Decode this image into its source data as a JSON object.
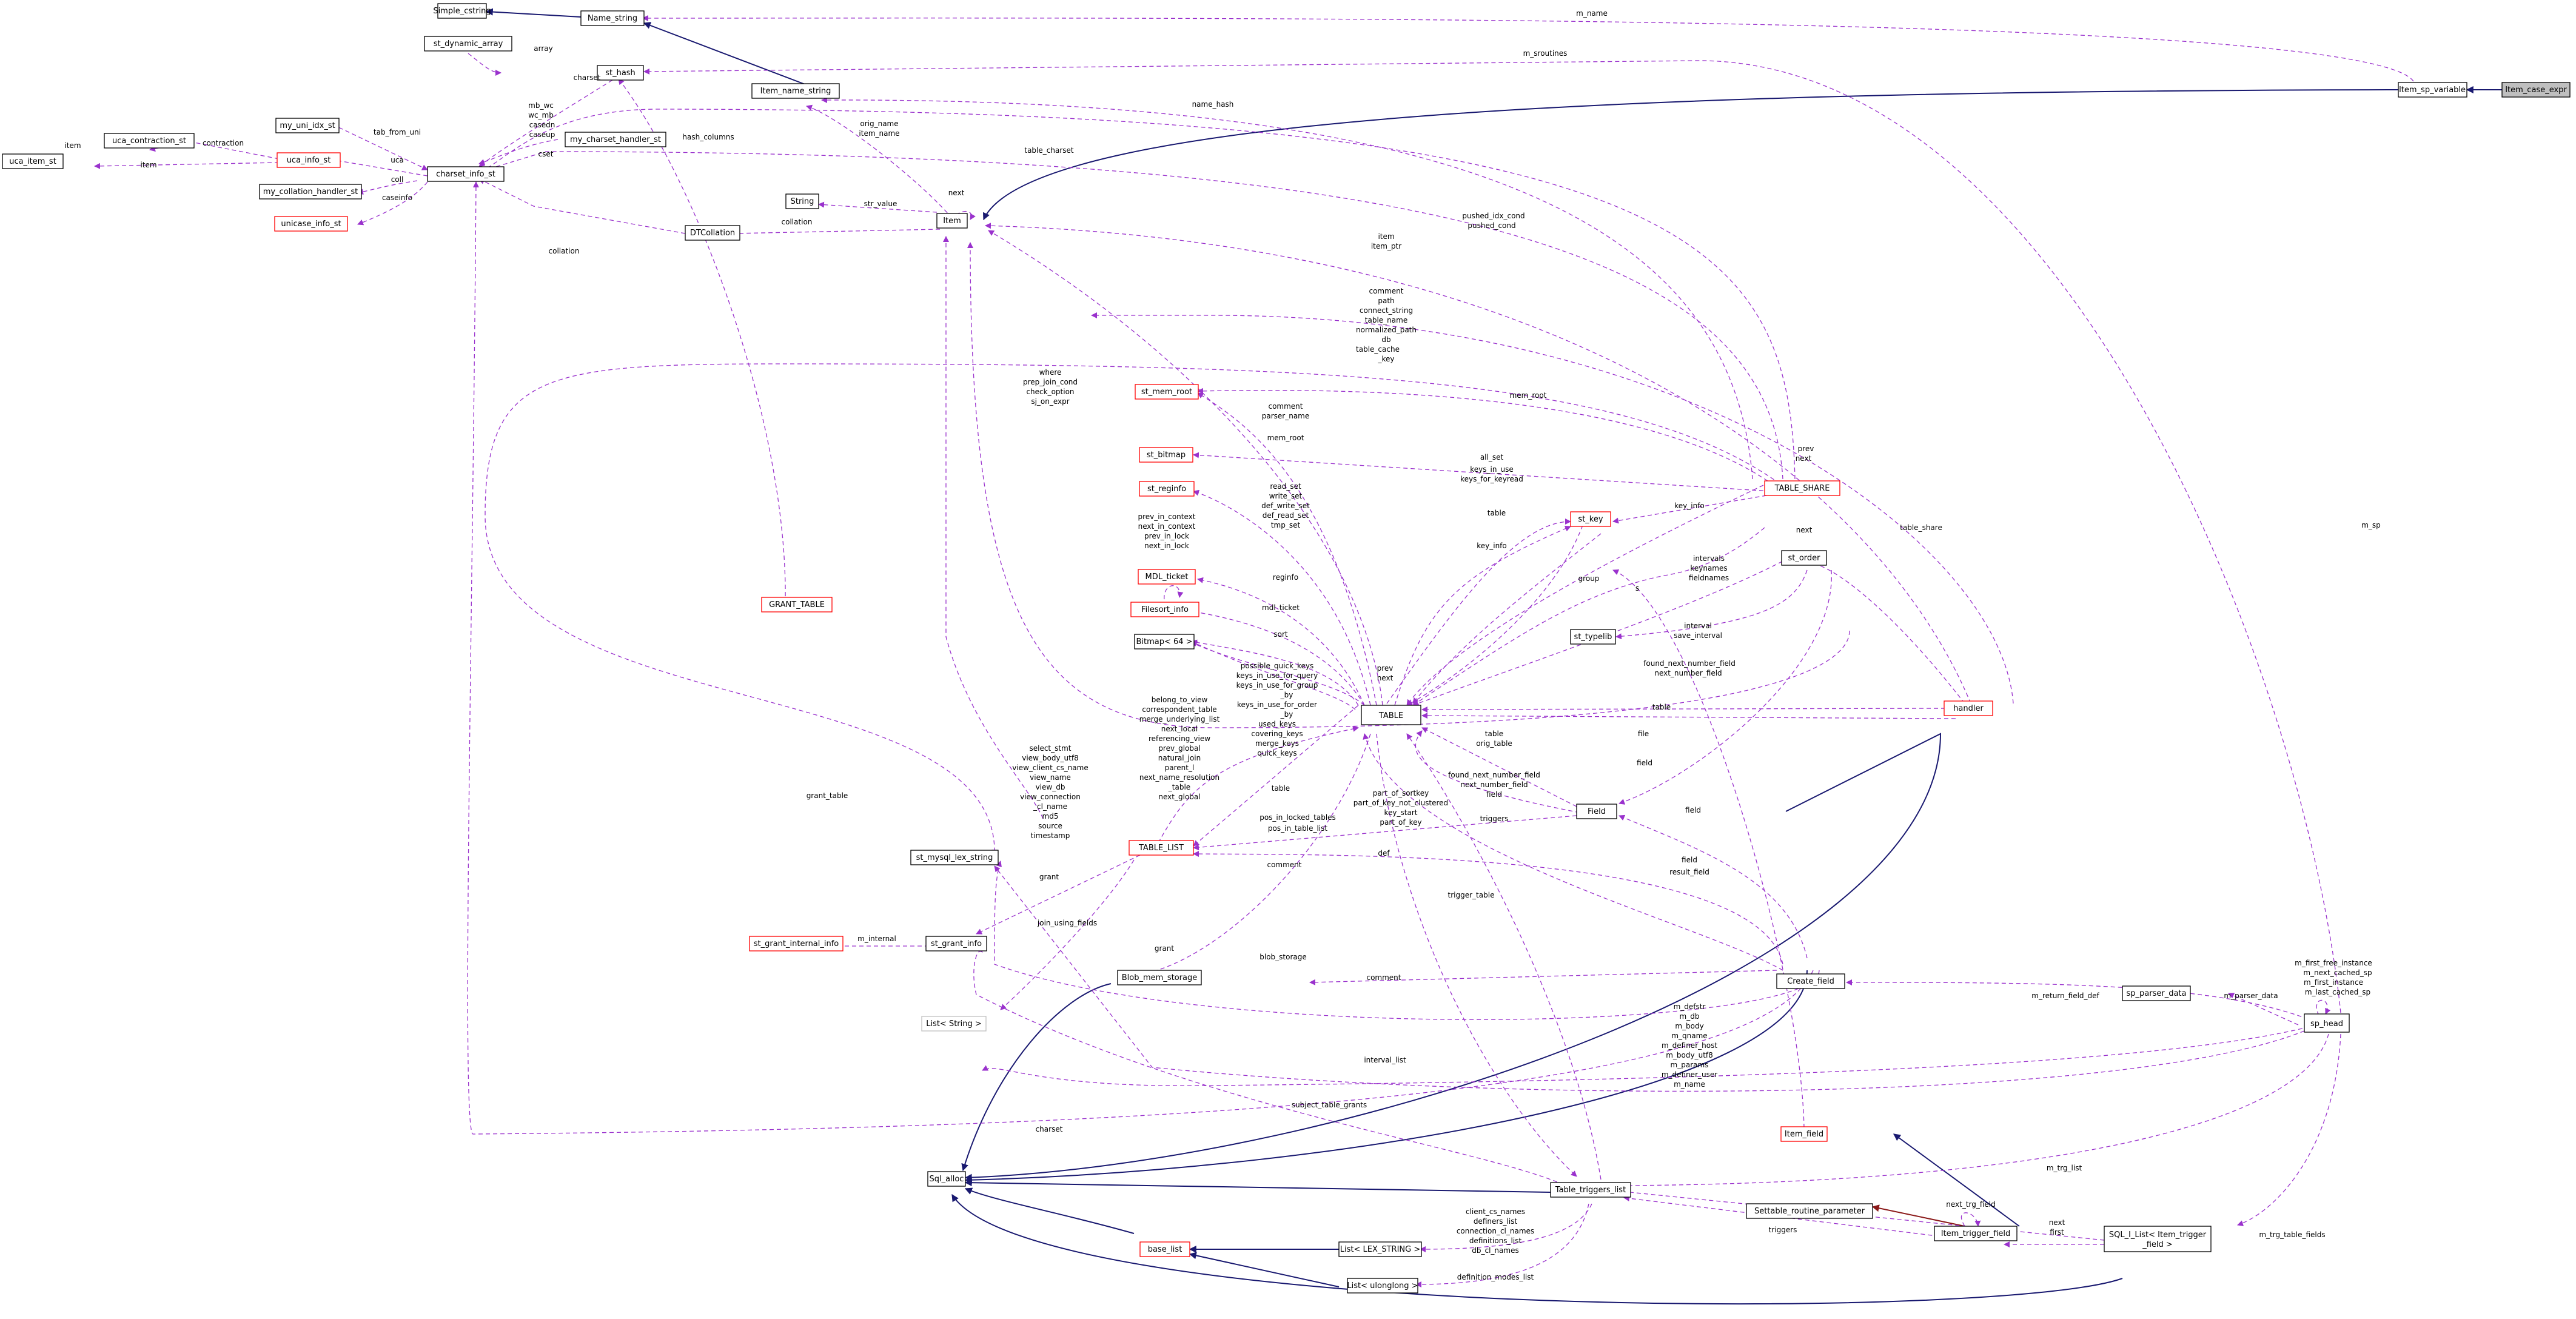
{
  "colors": {
    "usage_edge": "#9a32cd",
    "inherit_edge": "#191970",
    "template_edge": "#8b1a1a",
    "node_border": "#000000",
    "incomplete_node_border": "#ff0000",
    "undocumented_node_border": "#bfbfbf",
    "focus_node_fill": "#bfbfbf"
  },
  "nodes": {
    "simple_cstring": "Simple_cstring",
    "name_string": "Name_string",
    "st_dynamic_array": "st_dynamic_array",
    "st_hash": "st_hash",
    "item_name_string": "Item_name_string",
    "item_sp_variable": "Item_sp_variable",
    "item_case_expr": "Item_case_expr",
    "uca_item_st": "uca_item_st",
    "uca_contraction_st": "uca_contraction_st",
    "my_uni_idx_st": "my_uni_idx_st",
    "uca_info_st": "uca_info_st",
    "charset_info_st": "charset_info_st",
    "my_charset_handler_st": "my_charset_handler_st",
    "my_collation_handler_st": "my_collation_handler_st",
    "unicase_info_st": "unicase_info_st",
    "string": "String",
    "item": "Item",
    "dtcollation": "DTCollation",
    "st_mem_root": "st_mem_root",
    "st_bitmap": "st_bitmap",
    "st_reginfo": "st_reginfo",
    "mdl_ticket": "MDL_ticket",
    "filesort_info": "Filesort_info",
    "bitmap_64": "Bitmap< 64 >",
    "table_share": "TABLE_SHARE",
    "st_key": "st_key",
    "st_order": "st_order",
    "st_typelib": "st_typelib",
    "grant_table": "GRANT_TABLE",
    "table": "TABLE",
    "handler": "handler",
    "table_list": "TABLE_LIST",
    "field": "Field",
    "st_mysql_lex_string": "st_mysql_lex_string",
    "st_grant_internal_info": "st_grant_internal_info",
    "st_grant_info": "st_grant_info",
    "blob_mem_storage": "Blob_mem_storage",
    "create_field": "Create_field",
    "sp_parser_data": "sp_parser_data",
    "sp_head": "sp_head",
    "list_string": "List< String >",
    "item_field": "Item_field",
    "sql_alloc": "Sql_alloc",
    "table_triggers_list": "Table_triggers_list",
    "settable_routine_parameter": "Settable_routine_parameter",
    "item_trigger_field": "Item_trigger_field",
    "sql_i_list_1": "SQL_I_List< Item_trigger",
    "sql_i_list_2": "_field >",
    "base_list": "base_list",
    "list_lex_string": "List< LEX_STRING >",
    "list_ulonglong": "List< ulonglong >"
  },
  "edge_labels": {
    "m_name": "m_name",
    "m_sroutines": "m_sroutines",
    "array": "array",
    "charset": "charset",
    "hash_columns": "hash_columns",
    "mb_wc": "mb_wc",
    "wc_mb": "wc_mb",
    "casedn": "casedn",
    "caseup": "caseup",
    "cset": "cset",
    "tab_from_uni": "tab_from_uni",
    "uca": "uca",
    "coll": "coll",
    "caseinfo": "caseinfo",
    "contraction": "contraction",
    "item1": "item",
    "item2": "item",
    "orig_name": "orig_name",
    "item_name": "item_name",
    "name_hash": "name_hash",
    "table_charset": "table_charset",
    "next": "next",
    "str_value": "str_value",
    "collation1": "collation",
    "collation2": "collation",
    "pushed_idx_cond": "pushed_idx_cond",
    "pushed_cond": "pushed_cond",
    "item3": "item",
    "item_ptr": "item_ptr",
    "ts_comment": "comment",
    "ts_path": "path",
    "ts_connect_string": "connect_string",
    "ts_table_name": "table_name",
    "ts_normalized_path": "normalized_path",
    "ts_db": "db",
    "ts_table_cache_key1": "table_cache",
    "ts_table_cache_key2": "_key",
    "where": "where",
    "prep_join_cond": "prep_join_cond",
    "check_option": "check_option",
    "sj_on_expr": "sj_on_expr",
    "mem_root1": "mem_root",
    "comment1": "comment",
    "parser_name": "parser_name",
    "mem_root2": "mem_root",
    "all_set": "all_set",
    "keys_in_use": "keys_in_use",
    "keys_for_keyread": "keys_for_keyread",
    "read_set": "read_set",
    "write_set": "write_set",
    "def_write_set": "def_write_set",
    "def_read_set": "def_read_set",
    "tmp_set": "tmp_set",
    "prev1": "prev",
    "next1": "next",
    "table1": "table",
    "key_info1": "key_info",
    "key_info2": "key_info",
    "next2": "next",
    "prev_in_context": "prev_in_context",
    "next_in_context": "next_in_context",
    "prev_in_lock": "prev_in_lock",
    "next_in_lock": "next_in_lock",
    "reginfo": "reginfo",
    "mdl_ticket": "mdl_ticket",
    "s": "s",
    "group": "group",
    "intervals": "intervals",
    "keynames": "keynames",
    "fieldnames": "fieldnames",
    "interval": "interval",
    "save_interval": "save_interval",
    "sort": "sort",
    "table_share": "table_share",
    "possible_quick_keys": "possible_quick_keys",
    "keys_in_use_for_query": "keys_in_use_for_query",
    "keys_in_use_for_group1": "keys_in_use_for_group",
    "keys_in_use_for_group2": "_by",
    "keys_in_use_for_order1": "keys_in_use_for_order",
    "keys_in_use_for_order2": "_by",
    "used_keys": "used_keys",
    "covering_keys": "covering_keys",
    "merge_keys": "merge_keys",
    "quick_keys": "quick_keys",
    "prev2": "prev",
    "next3": "next",
    "found_next_number_field1": "found_next_number_field",
    "next_number_field1": "next_number_field",
    "table2": "table",
    "file": "file",
    "belong_to_view": "belong_to_view",
    "correspondent_table": "correspondent_table",
    "merge_underlying_list": "merge_underlying_list",
    "next_local": "next_local",
    "referencing_view": "referencing_view",
    "prev_global": "prev_global",
    "natural_join": "natural_join",
    "parent_l": "parent_l",
    "next_name_resolution1": "next_name_resolution",
    "next_name_resolution2": "_table",
    "next_global": "next_global",
    "table3": "table",
    "table4": "table",
    "orig_table": "orig_table",
    "found_next_number_field2": "found_next_number_field",
    "next_number_field2": "next_number_field",
    "field1": "field",
    "field2": "field",
    "field3": "field",
    "select_stmt": "select_stmt",
    "view_body_utf8": "view_body_utf8",
    "view_client_cs_name": "view_client_cs_name",
    "view_name": "view_name",
    "view_db": "view_db",
    "view_connection1": "view_connection",
    "view_connection2": "_cl_name",
    "md5": "md5",
    "source": "source",
    "timestamp": "timestamp",
    "part_of_sortkey": "part_of_sortkey",
    "part_of_key_not_clustered": "part_of_key_not_clustered",
    "key_start": "key_start",
    "part_of_key": "part_of_key",
    "pos_in_locked_tables": "pos_in_locked_tables",
    "pos_in_table_list": "pos_in_table_list",
    "comment2": "comment",
    "def": "def",
    "triggers": "triggers",
    "field4": "field",
    "result_field": "result_field",
    "grant_table": "grant_table",
    "grant1": "grant",
    "m_internal": "m_internal",
    "join_using_fields": "join_using_fields",
    "grant2": "grant",
    "trigger_table": "trigger_table",
    "blob_storage": "blob_storage",
    "comment3": "comment",
    "m_first_free_instance": "m_first_free_instance",
    "m_next_cached_sp": "m_next_cached_sp",
    "m_first_instance": "m_first_instance",
    "m_last_cached_sp": "m_last_cached_sp",
    "m_return_field_def": "m_return_field_def",
    "m_parser_data": "m_parser_data",
    "m_sp": "m_sp",
    "m_defstr": "m_defstr",
    "m_db": "m_db",
    "m_body": "m_body",
    "m_qname": "m_qname",
    "m_definer_host": "m_definer_host",
    "m_body_utf8": "m_body_utf8",
    "m_params": "m_params",
    "m_definer_user": "m_definer_user",
    "m_name2": "m_name",
    "interval_list": "interval_list",
    "subject_table_grants": "subject_table_grants",
    "charset2": "charset",
    "m_trg_list": "m_trg_list",
    "m_trg_table_fields": "m_trg_table_fields",
    "client_cs_names": "client_cs_names",
    "definers_list": "definers_list",
    "connection_cl_names": "connection_cl_names",
    "definitions_list": "definitions_list",
    "db_cl_names": "db_cl_names",
    "definition_modes_list": "definition_modes_list",
    "next_trg_field": "next_trg_field",
    "triggers2": "triggers",
    "next4": "next",
    "first": "first"
  }
}
